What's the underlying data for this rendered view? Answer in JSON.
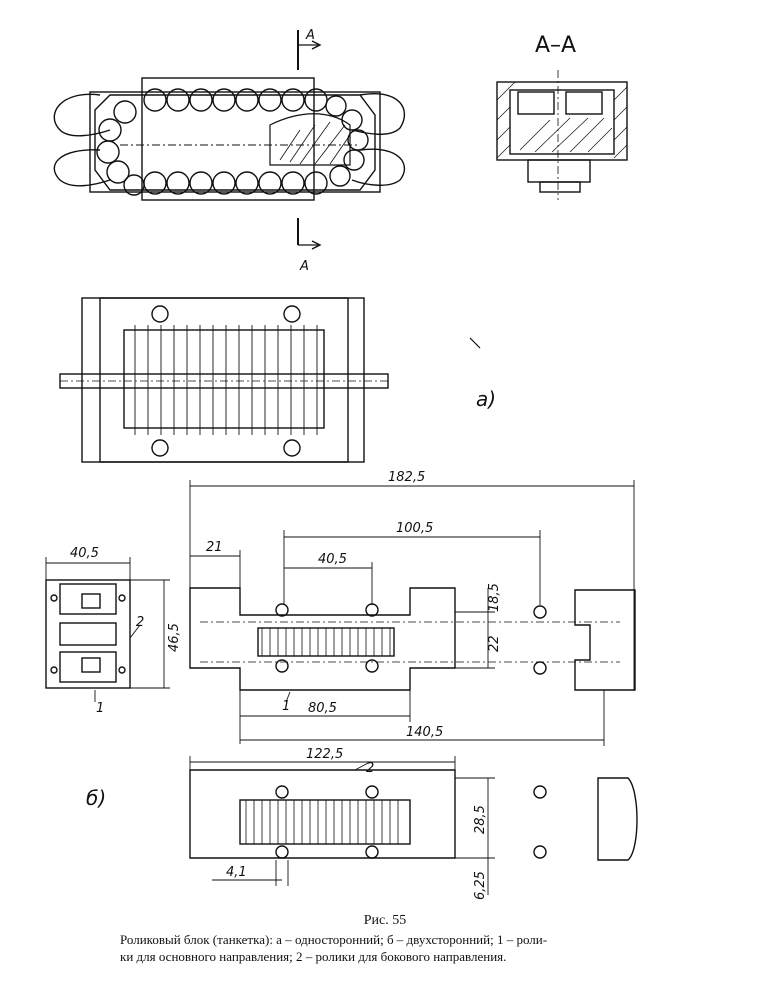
{
  "section_marker": "A",
  "section_title": "A–A",
  "view_a_label": "a)",
  "view_b_label": "б)",
  "dims": {
    "d182_5": "182,5",
    "d100_5": "100,5",
    "d40_5_top": "40,5",
    "d21": "21",
    "d40_5_left": "40,5",
    "d46_5": "46,5",
    "d18_5": "18,5",
    "d22": "22",
    "d80_5": "80,5",
    "d140_5": "140,5",
    "d122_5": "122,5",
    "d28_5": "28,5",
    "d4_1": "4,1",
    "d6_25": "6,25"
  },
  "callouts": {
    "c1": "1",
    "c2": "2"
  },
  "caption": {
    "figure": "Рис. 55",
    "line1": "Роликовый блок (танкетка): а – односторонний; б – двухсторонний; 1 – роли-",
    "line2": "ки для основного направления; 2 – ролики для бокового направления."
  }
}
